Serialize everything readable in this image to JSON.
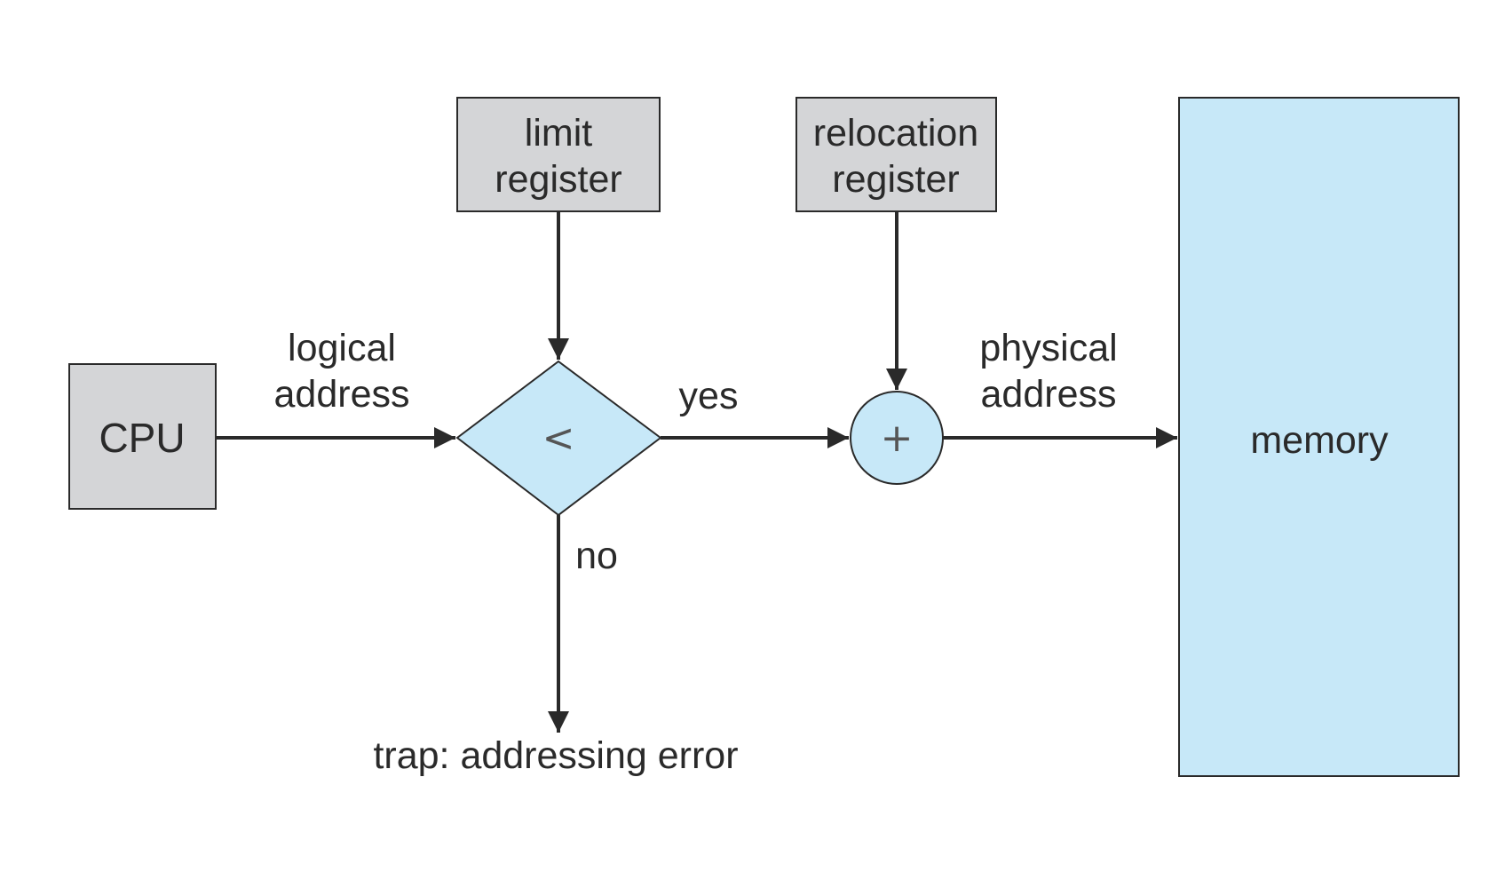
{
  "diagram": {
    "cpu": {
      "label": "CPU"
    },
    "limit_register": {
      "line1": "limit",
      "line2": "register"
    },
    "relocation_register": {
      "line1": "relocation",
      "line2": "register"
    },
    "comparator": {
      "symbol": "<"
    },
    "adder": {
      "symbol": "+"
    },
    "memory": {
      "label": "memory"
    },
    "edges": {
      "logical_address": {
        "line1": "logical",
        "line2": "address"
      },
      "yes": "yes",
      "no": "no",
      "physical_address": {
        "line1": "physical",
        "line2": "address"
      },
      "trap": "trap: addressing error"
    },
    "colors": {
      "register_fill": "#d4d5d7",
      "highlight_fill": "#c7e8f8",
      "line": "#2a2a2a"
    }
  }
}
